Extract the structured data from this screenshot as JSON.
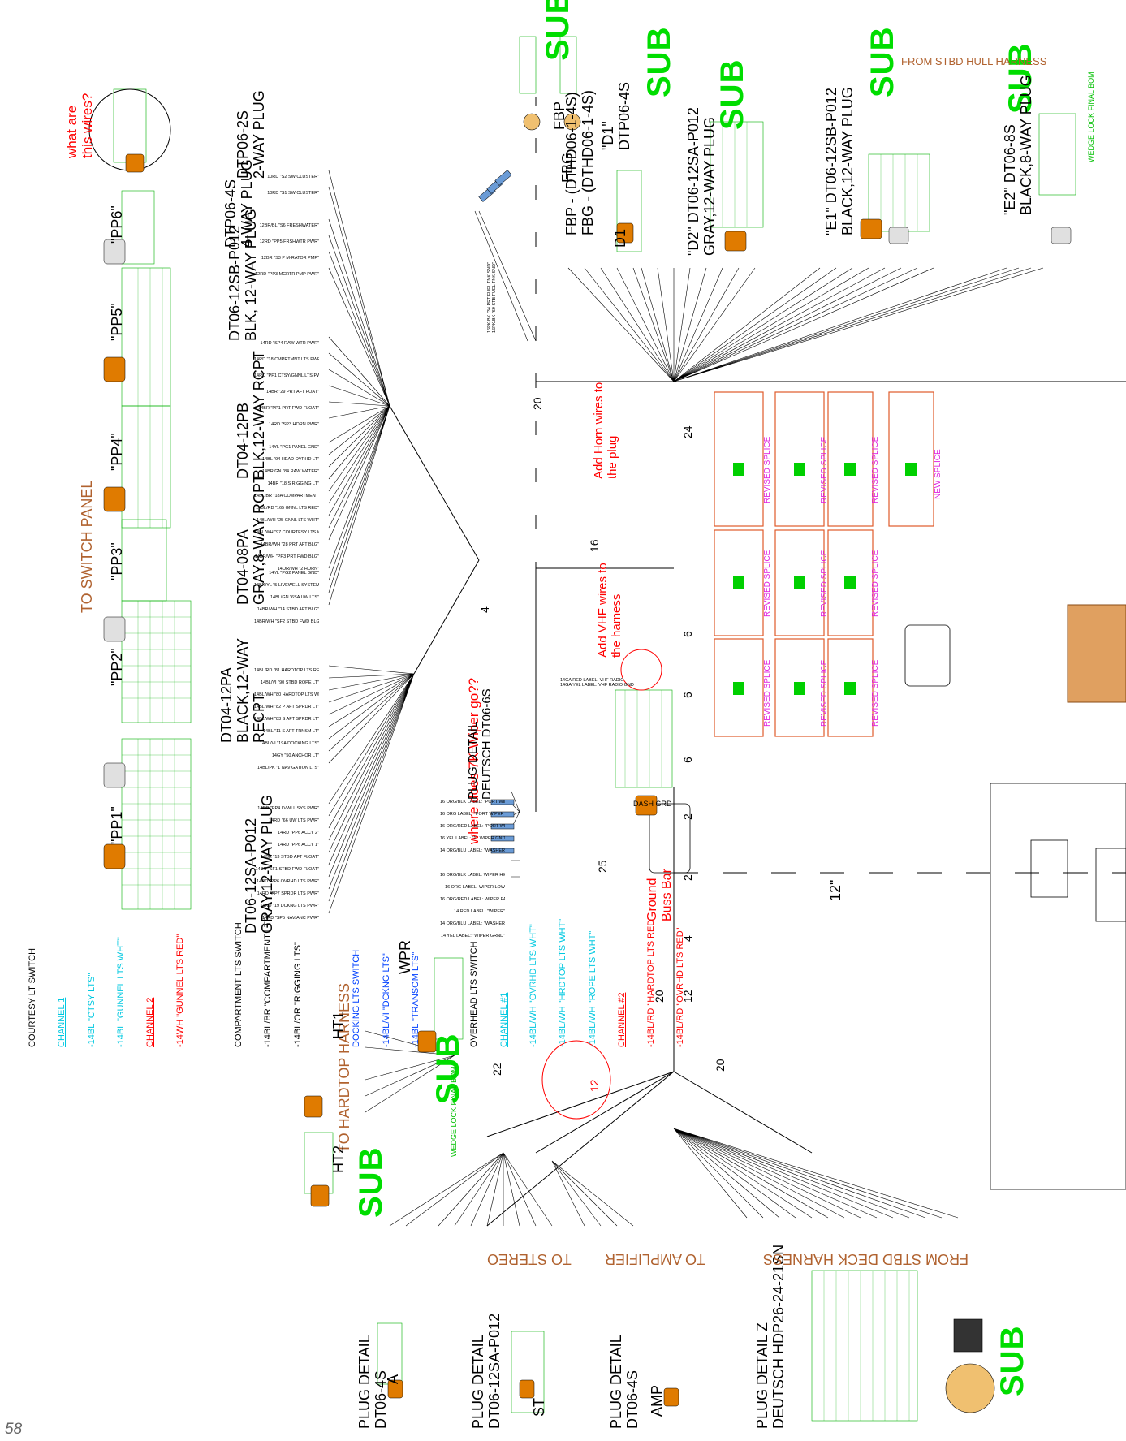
{
  "page_number": "58",
  "plugs": {
    "pp1": {
      "tag": "\"PP1\"",
      "type": "DT06-12SA-P012\nGRAY,12-WAY PLUG"
    },
    "pp2": {
      "tag": "\"PP2\"",
      "type": "DT04-12PA\nBLACK,12-WAY\nRECPT"
    },
    "pp3": {
      "tag": "\"PP3\"",
      "type": "DT04-08PA\nGRAY,8-WAY RCPT"
    },
    "pp4": {
      "tag": "\"PP4\"",
      "type": "DT04-12PB\nBLK,12-WAY RCPT"
    },
    "pp5": {
      "tag": "\"PP5\"",
      "type": "DT06-12SB-P012\nBLK, 12-WAY PLUG"
    },
    "pp6": {
      "tag": "\"PP6\"",
      "type": "DTP06-4S\n4-WAY PLUG"
    },
    "dtp06_2s": {
      "type": "DTP06-2S\n2-WAY PLUG"
    },
    "fbp": {
      "tag": "FBP",
      "type": "FBP - (DTHD06-1-4S)\nFBG - (DTHD06-1-4S)"
    },
    "fbg": {
      "tag": "FBG"
    },
    "d1": {
      "tag": "\"D1\"\nDTP06-4S",
      "short": "D1"
    },
    "d2": {
      "type": "\"D2\" DT06-12SA-P012\nGRAY,12-WAY PLUG"
    },
    "e1": {
      "type": "\"E1\" DT06-12SB-P012\nBLACK,12-WAY PLUG"
    },
    "e2": {
      "type": "\"E2\" DT06-8S\nBLACK,8-WAY PLUG"
    },
    "wpr": {
      "tag": "WPR",
      "detail": "PLUG DETAIL\nDEUTSCH DT06-6S"
    },
    "ht1": {
      "tag": "HT1"
    },
    "ht2": {
      "tag": "HT2"
    },
    "plug_a": {
      "tag": "A",
      "detail": "PLUG DETAIL\nDT06-4S"
    },
    "plug_st": {
      "tag": "ST",
      "detail": "PLUG DETAIL\nDT06-12SA-P012"
    },
    "plug_amp": {
      "tag": "AMP",
      "detail": "PLUG DETAIL\nDT06-4S"
    },
    "plug_z": {
      "detail": "PLUG DETAIL Z\nDEUTSCH HDP26-24-21SN"
    }
  },
  "section_labels": {
    "switch_panel": "TO SWITCH PANEL",
    "hardtop": "TO HARDTOP HARNESS",
    "stereo": "TO STEREO",
    "amplifier": "TO AMPLIFIER",
    "stbd_deck": "FROM STBD DECK HARNESS",
    "stbd_hull": "FROM STBD HULL HARNESS",
    "sub": "SUB",
    "wedge_final_bom": "WEDGE LOCK FINAL BOM",
    "dash_grd": "DASH GRD",
    "twelve_in": "12\""
  },
  "annotations": {
    "what_wires": "what are\nthis wires?",
    "add_horn": "Add Horn wires to\nthe plug",
    "add_vhf": "Add VHF wires to\nthe harness",
    "wiper": "where does 7K Wiper go??",
    "ground_bus": "Ground\nBuss Bar",
    "revised_splice": "REVISED SPLICE",
    "new_splice": "NEW SPLICE"
  },
  "segment_lengths": [
    "20",
    "16",
    "4",
    "24",
    "6",
    "6",
    "6",
    "2",
    "2",
    "4",
    "25",
    "20",
    "12",
    "22",
    "12",
    "20"
  ],
  "legend": {
    "courtesy": "COURTESY LT SWITCH",
    "ch1": "CHANNEL 1",
    "ch1_a": "-14BL \"CTSY LTS\"",
    "ch1_b": "-14BL \"GUNNEL LTS WHT\"",
    "ch2": "CHANNEL 2",
    "ch2_a": "-14WH \"GUNNEL LTS RED\"",
    "comp": "COMPARTMENT LTS SWITCH",
    "comp_a": "-14BL/BR \"COMPARTMENT LTS\"",
    "comp_b": "-14BL/OR \"RIGGING LTS\"",
    "dock": "DOCKING LTS SWITCH",
    "dock_a": "-14BL/VI \"DCKNG LTS\"",
    "dock_b": "-14BL \"TRANSOM LTS\"",
    "overhead": "OVERHEAD LTS SWITCH",
    "ov1": "CHANNEL #1",
    "ov1_a": "-14BL/WH \"OVRHD LTS WHT\"",
    "ov1_b": "-14BL/WH \"HRDTOP LTS WHT\"",
    "ov1_c": "-14BL/WH \"ROPE LTS WHT\"",
    "ov2": "CHANNEL #2",
    "ov2_a": "-14BL/RD \"HARDTOP LTS RED\"",
    "ov2_b": "-14BL/RD \"OVRHD LTS RED\""
  },
  "wires": {
    "dtp2s": [
      "10RD \"S2 SW CLUSTER\"",
      "10RD \"S1 SW CLUSTER\""
    ],
    "pp6": [
      "12BR/BL \"S6 FRESHWATER\"",
      "12RD \"PP5 FRSHWTR PWR\"",
      "12BR \"S3 P M-RATOR PMP\"",
      "12RD \"PP3 MCRTR PMP PWR\""
    ],
    "pp5": [
      "14RD \"SP4 RAW WTR PWR\"",
      "14RD \"18 CMPRTMNT LTS PWR\"",
      "14RD \"PP1 CTSY/GNNL LTS PWR\"",
      "14BR \"29 PRT AFT FOAT\"",
      "14BR \"PP1 PRT FWD FLOAT\"",
      "14RD \"SP3 HORN PWR\""
    ],
    "pp4": [
      "14YL \"PG1 PANEL GND\"",
      "14BL \"94 HEAD OVRHD LT\"",
      "14BR/GN \"84 RAW WATER\"",
      "14BR \"18 S RIGGING LT\"",
      "14BL/BR \"18A COMPARTMENT LTS\"",
      "14BL/RD \"165 GNNL LTS RED\"",
      "14BL/WH \"25 GNNL LTS WHT\"",
      "14BL/WH \"97 COURTESY LTS WHT\"",
      "14BR/WH \"28 PRT AFT BLG\"",
      "14BR/WH \"PP3 PRT FWD BLG\"",
      "14OR/WH \"2 HORN\""
    ],
    "pp3": [
      "14YL \"PG2 PANEL GND\"",
      "14BR/YL \"5 LIVEWELL SYSTEM\"",
      "14BL/GN \"6SA UW LTS\"",
      "14BR/WH \"14 STBD AFT BLG\"",
      "14BR/WH \"SF2 STBD FWD BLG\""
    ],
    "pp2": [
      "14BL/RD \"81 HARDTOP LTS RED\"",
      "14BL/VI \"90 STBD ROPE LT\"",
      "14BL/WH \"80 HARDTOP LTS WHT\"",
      "14BL/WH \"82 P AFT SPRDR LT\"",
      "14BL/WH \"83 S AFT SPRDR LT\"",
      "14BL \"11 S AFT TRNSM LT\"",
      "14BL/VI \"19A DOCKING LTS\"",
      "14GY \"50 ANCHOR LT\"",
      "14BL/PK \"1 NAVIGATION LTS\""
    ],
    "pp1": [
      "14RD \"PP4 LVWLL SYS PWR\"",
      "14RD \"66 UW LTS PWR\"",
      "14RD \"PP6 ACCY 2\"",
      "14RD \"PP6 ACCY 1\"",
      "14BR \"13 STBD AFT FLOAT\"",
      "14BR \"SF1 STBD FWD FLOAT\"",
      "14RD \"PP6 OVRHD LTS PWR\"",
      "14RD \"PP7 SPRDR LTS PWR\"",
      "14RD \"19 DCKNG LTS PWR\"",
      "14RD \"SP5 NAV/ANC PWR\""
    ],
    "wpr_top": [
      "16 ORG/BLK LABEL: \"PORT WIPER HIGH\"",
      "16 ORG LABEL: \"PORT WIPER LOW\"",
      "16 ORG/RED LABEL: \"PORT WIPER PARK\"",
      "16 YEL LABEL: \"11 WIPER GND\"",
      "14 ORG/BLU LABEL: \"WASHER\""
    ],
    "wpr_bot": [
      "16 ORG/BLK LABEL: WIPER HIGH",
      "16 ORG LABEL: WIPER LOW",
      "16 ORG/RED LABEL: WIPER PARK",
      "14 RED LABEL: \"WIPER\"",
      "14 ORG/BLU LABEL: \"WASHER\"",
      "14 YEL LABEL: \"WIPER GRND\""
    ],
    "fuel": "16PK/BK \"34 PRT FUEL TNK SND\"\n16PK/BK \"69 STB FUEL TNK SND\"",
    "vhf": "14GA RED LABEL: VHF RADIO\n14GA YEL LABEL: VHF RADIO GND"
  },
  "colors": {
    "magenta": "#e020e0",
    "green_sub": "#00dd00",
    "red_note": "#ff0000",
    "brown": "#b0622f",
    "connector_orange": "#e07b00",
    "splice_box": "#e05a2a",
    "cyan": "#00d0e0"
  }
}
